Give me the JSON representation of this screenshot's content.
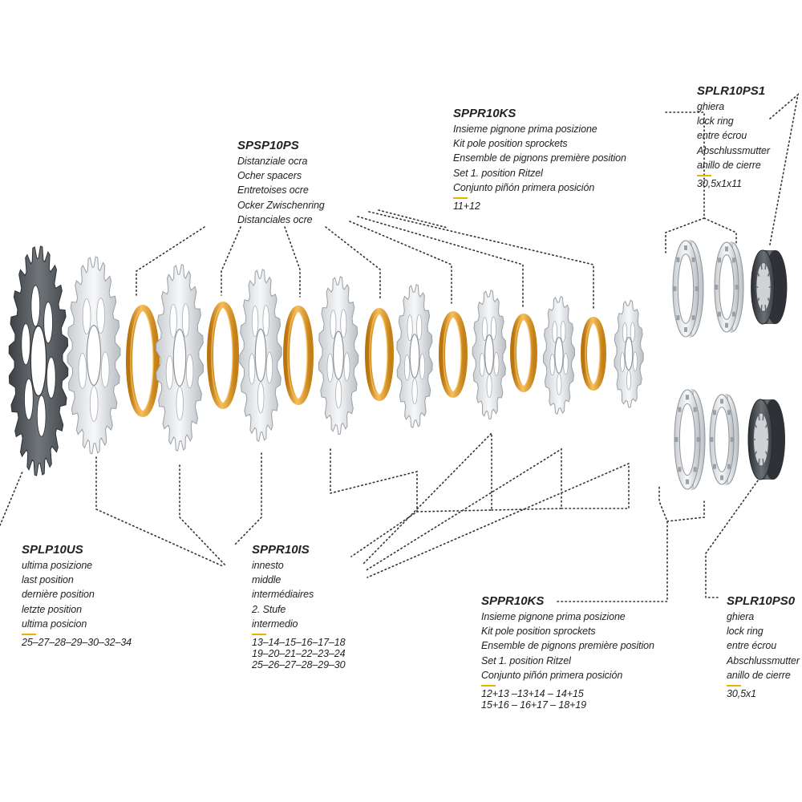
{
  "colors": {
    "spacer": "#d7901d",
    "spacer_highlight": "#f6bf5c",
    "sprocket_dark": "#555a5f",
    "sprocket_silver": "#e6e8ea",
    "lockring": "#3a3f44",
    "accent_mark": "#e8b400",
    "leader_line": "#333333"
  },
  "labels": {
    "spsp10ps": {
      "code": "SPSP10PS",
      "lines": [
        "Distanziale ocra",
        "Ocher spacers",
        "Entretoises ocre",
        "Ocker Zwischenring",
        "Distanciales ocre"
      ]
    },
    "sppr10ks_top": {
      "code": "SPPR10KS",
      "lines": [
        "Insieme pignone prima posizione",
        "Kit pole position sprockets",
        "Ensemble de pignons première position",
        "Set 1. position Ritzel",
        "Conjunto piñón primera posición"
      ],
      "sizes": [
        "11+12"
      ]
    },
    "splr10ps1": {
      "code": "SPLR10PS1",
      "lines": [
        "ghiera",
        "lock ring",
        "entre écrou",
        "Abschlussmutter",
        "anillo de cierre"
      ],
      "sizes": [
        "30,5x1x11"
      ]
    },
    "splp10us": {
      "code": "SPLP10US",
      "lines": [
        "ultima posizione",
        "last position",
        "dernière position",
        "letzte position",
        "ultima posicion"
      ],
      "sizes": [
        "25–27–28–29–30–32–34"
      ]
    },
    "sppr10is": {
      "code": "SPPR10IS",
      "lines": [
        "innesto",
        "middle",
        "intermédiaires",
        "2. Stufe",
        "intermedio"
      ],
      "sizes": [
        "13–14–15–16–17–18",
        "19–20–21–22–23–24",
        "25–26–27–28–29–30"
      ]
    },
    "sppr10ks_bottom": {
      "code": "SPPR10KS",
      "lines": [
        "Insieme pignone prima posizione",
        "Kit pole position sprockets",
        "Ensemble de pignons première position",
        "Set 1. position Ritzel",
        "Conjunto piñón primera posición"
      ],
      "sizes": [
        "12+13 –13+14 – 14+15",
        "15+16 – 16+17 – 18+19"
      ]
    },
    "splr10ps0": {
      "code": "SPLR10PS0",
      "lines": [
        "ghiera",
        "lock ring",
        "entre écrou",
        "Abschlussmutter",
        "anillo de cierre"
      ],
      "sizes": [
        "30,5x1"
      ]
    }
  }
}
